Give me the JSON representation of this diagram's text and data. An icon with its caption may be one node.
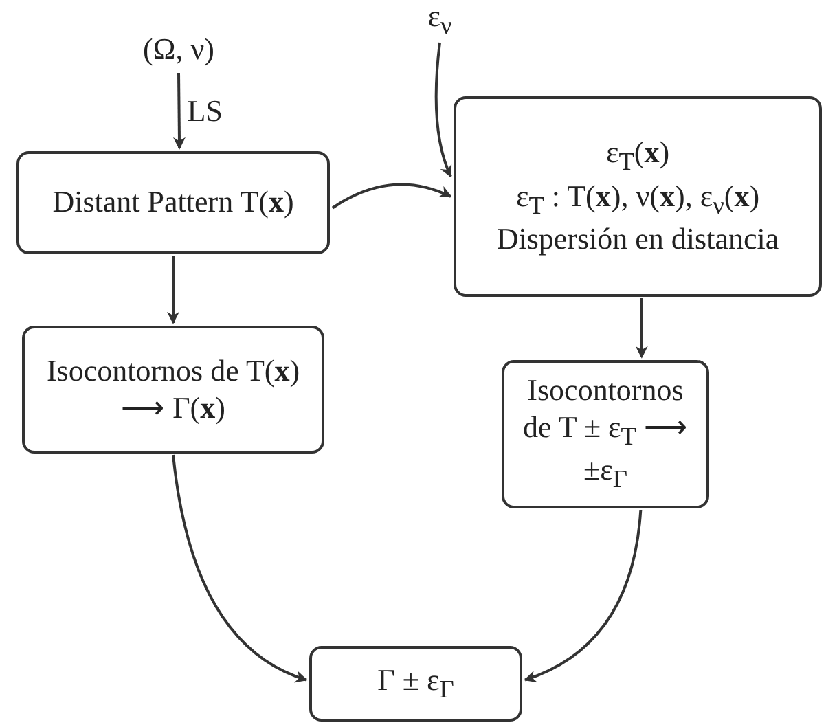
{
  "diagram": {
    "nodes": [
      {
        "text": [
          "(Ω, ν)"
        ]
      },
      {
        "text": [
          "ε$_{ν}$"
        ]
      },
      {
        "text": [
          "Distant Pattern T(**x**)"
        ]
      },
      {
        "text": [
          "ε$_{T}$(**x**)",
          "ε$_{T}$ : T(**x**), ν(**x**), ε$_{ν}$(**x**)",
          "Dispersión en distancia"
        ]
      },
      {
        "text": [
          "Isocontornos de T(**x**) ⟶ Γ(**x**)"
        ]
      },
      {
        "text": [
          "Isocontornos de T ± ε$_{T}$ ⟶ ±ε$_{Γ}$"
        ]
      },
      {
        "text": [
          "Γ ± ε$_{Γ}$"
        ]
      }
    ],
    "edges": [
      {
        "from": 0,
        "to": 2,
        "arrow": "to",
        "label": "LS"
      },
      {
        "from": 1,
        "to": 3,
        "arrow": "to"
      },
      {
        "from": 2,
        "to": 3,
        "arrow": "to"
      },
      {
        "from": 2,
        "to": 4,
        "arrow": "to"
      },
      {
        "from": 3,
        "to": 5,
        "arrow": "to"
      },
      {
        "from": 4,
        "to": 6,
        "arrow": "to"
      },
      {
        "from": 5,
        "to": 6,
        "arrow": "to"
      }
    ]
  }
}
